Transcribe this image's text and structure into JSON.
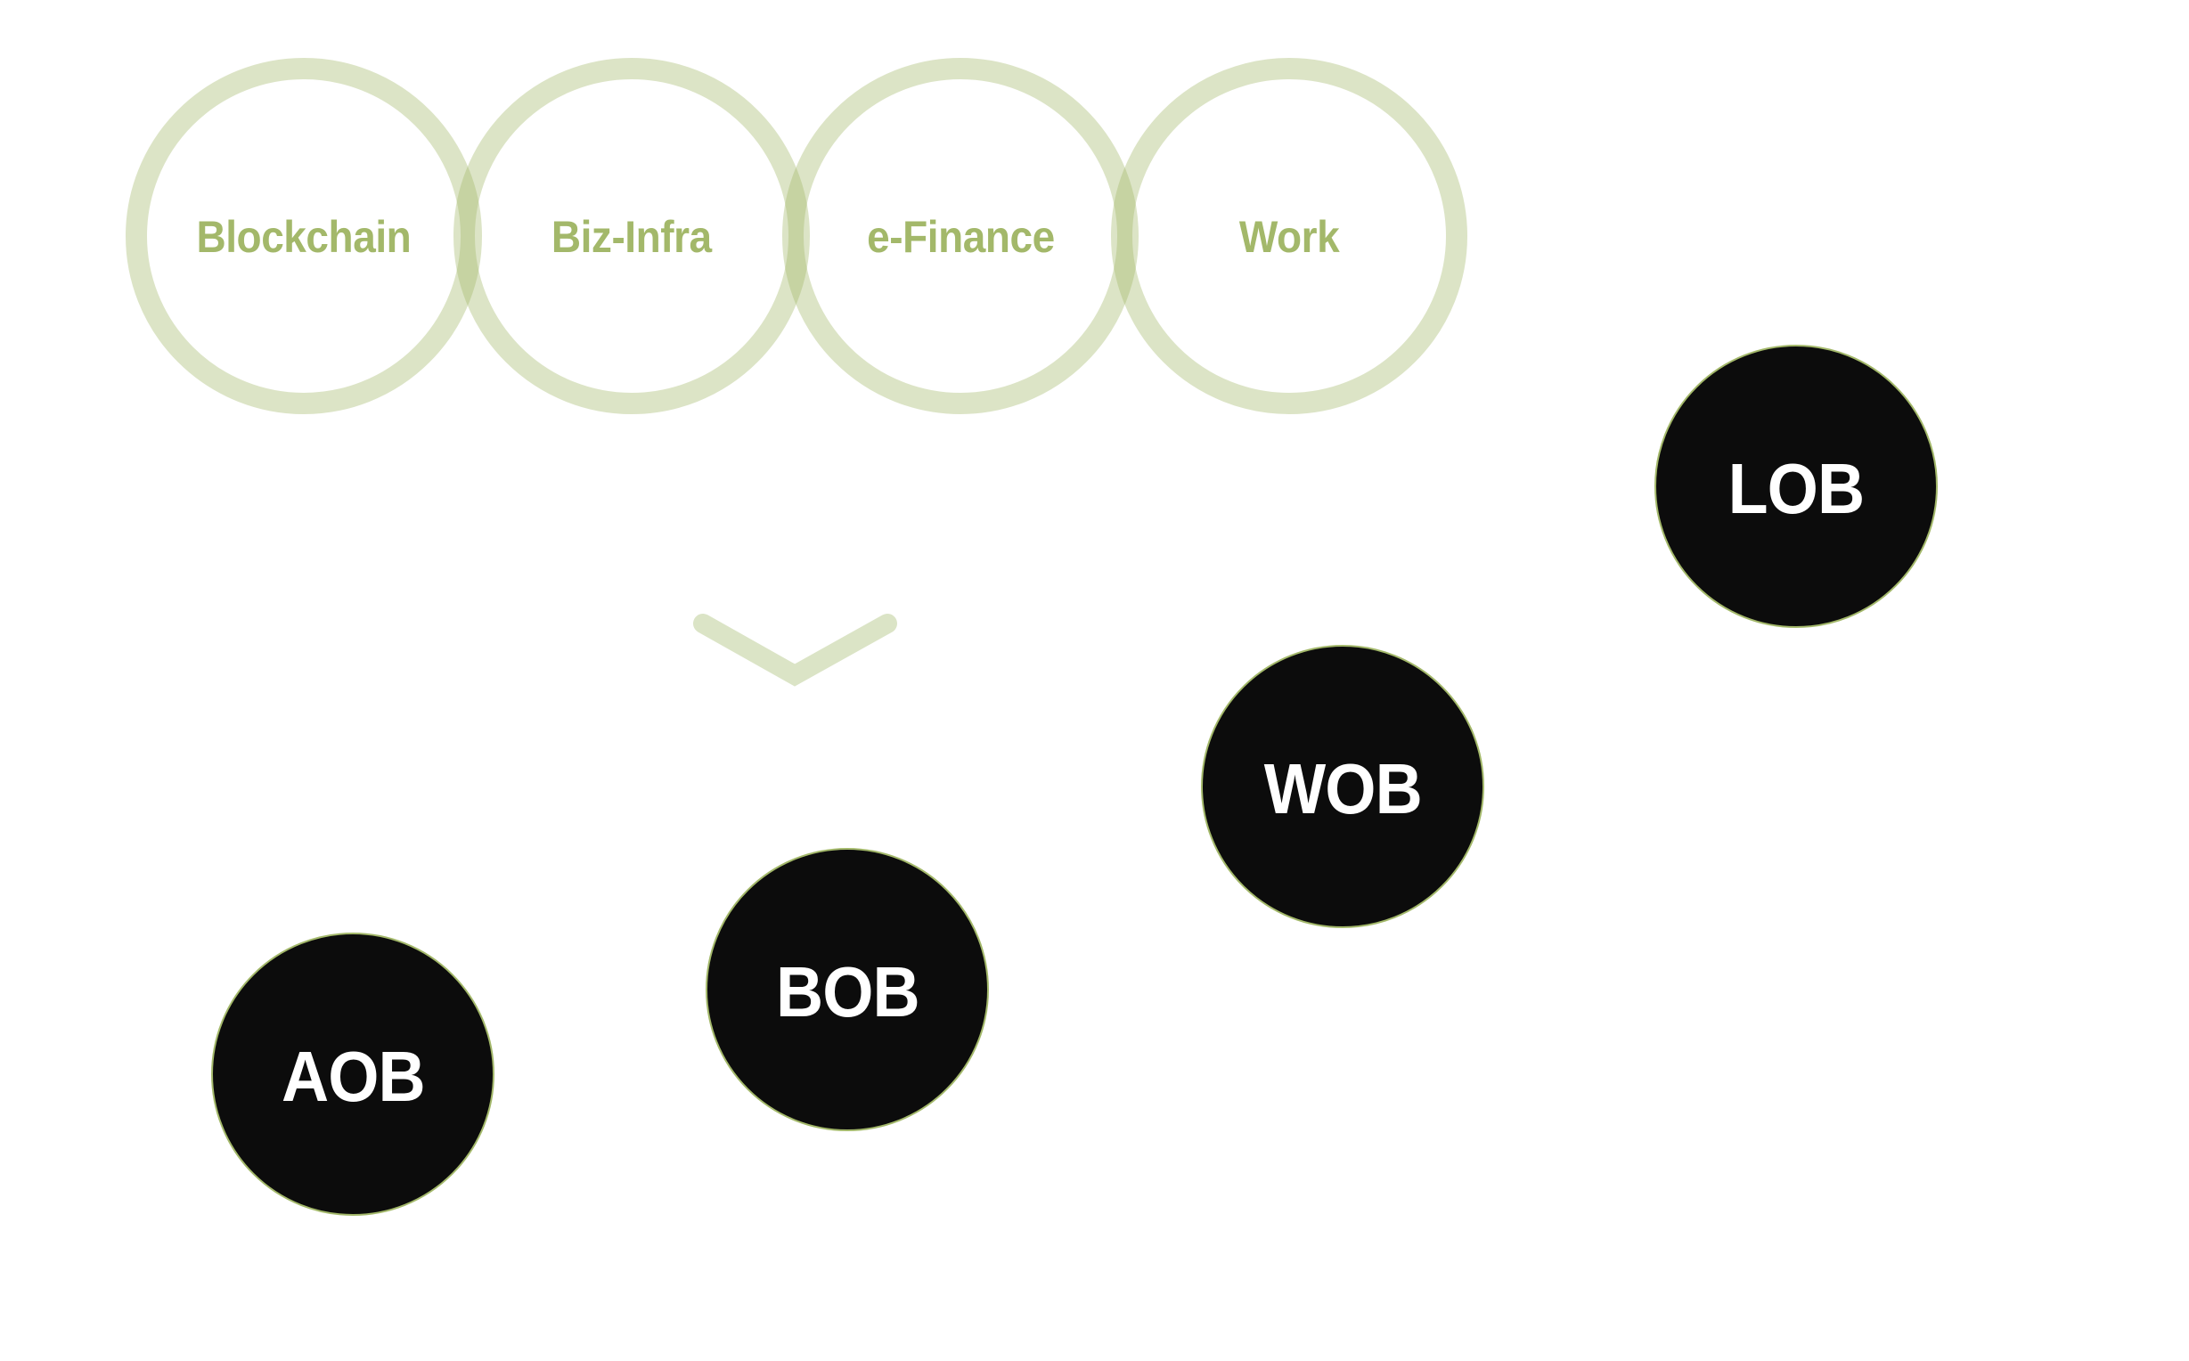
{
  "categories": {
    "ring_color": "#a3b86a",
    "items": [
      {
        "label": "Blockchain"
      },
      {
        "label": "Biz-Infra"
      },
      {
        "label": "e-Finance"
      },
      {
        "label": "Work"
      }
    ]
  },
  "arrow": {
    "icon": "chevron-down-icon",
    "color": "#dbe4c6"
  },
  "nodes": {
    "fill_color": "#0c0c0c",
    "outline_color": "#a3b86a",
    "text_color": "#ffffff",
    "items": [
      {
        "label": "AOB"
      },
      {
        "label": "BOB"
      },
      {
        "label": "WOB"
      },
      {
        "label": "LOB"
      }
    ]
  }
}
